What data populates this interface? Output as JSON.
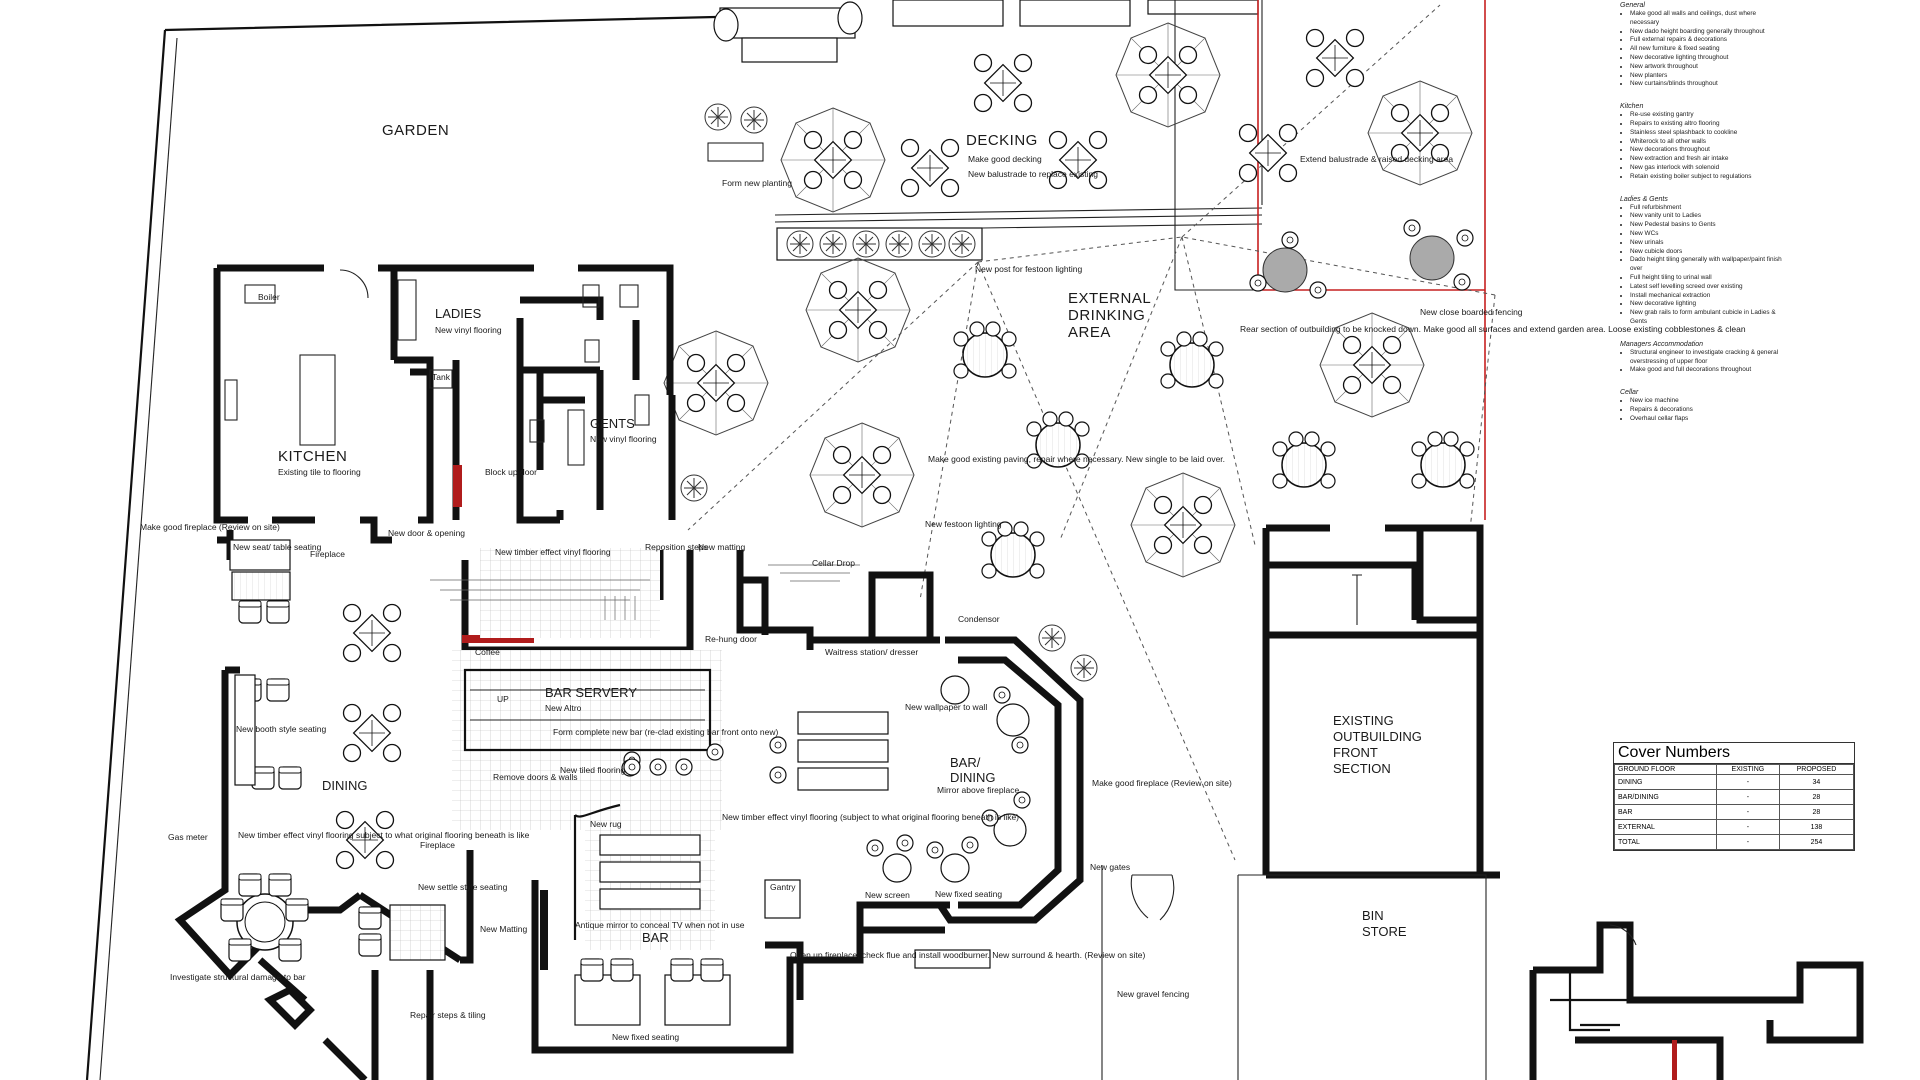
{
  "plan": {
    "rooms": {
      "garden": "GARDEN",
      "decking": "DECKING",
      "decking_note": "Make good decking",
      "decking_note2": "New balustrade to replace existing",
      "external_1": "EXTERNAL",
      "external_2": "DRINKING",
      "external_3": "AREA",
      "kitchen": "KITCHEN",
      "kitchen_note": "Existing tile to flooring",
      "ladies": "LADIES",
      "ladies_note": "New vinyl flooring",
      "gents": "GENTS",
      "gents_note": "New vinyl flooring",
      "bar_servery": "BAR SERVERY",
      "bar_servery_note": "New Altro",
      "dining": "DINING",
      "bar_dining_1": "BAR/",
      "bar_dining_2": "DINING",
      "bar": "BAR",
      "outbuilding_1": "EXISTING",
      "outbuilding_2": "OUTBUILDING",
      "outbuilding_3": "FRONT",
      "outbuilding_4": "SECTION",
      "bin_1": "BIN",
      "bin_2": "STORE"
    },
    "notes": {
      "form_planting": "Form new planting",
      "new_post": "New post for festoon lighting",
      "extend_balustrade": "Extend balustrade & raised decking area",
      "rear_section": "Rear section of outbuilding to be knocked down. Make good all surfaces and extend garden area. Loose existing cobblestones & clean",
      "close_boarded": "New close boarded fencing",
      "make_good_paving": "Make good existing paving, repair where necessary. New single to be laid over.",
      "new_festoon": "New festoon lighting",
      "cellar_drop": "Cellar Drop",
      "condensor": "Condensor",
      "block_door": "Block up door",
      "new_door_opening": "New door & opening",
      "new_timber_1": "New timber effect vinyl flooring",
      "reposition_steps": "Reposition steps",
      "new_matting": "New matting",
      "rehung_door": "Re-hung door",
      "fireplace": "Fireplace",
      "make_good_fireplace": "Make good fireplace (Review on site)",
      "new_seat": "New seat/ table seating",
      "coffee": "Coffee",
      "form_bar": "Form complete new bar (re-clad existing bar front onto new)",
      "remove_doors": "Remove doors & walls",
      "new_tiled": "New tiled flooring",
      "new_rug": "New rug",
      "new_timber_2": "New timber effect vinyl flooring (subject to what original flooring beneath is like)",
      "new_timber_3": "New timber effect vinyl flooring subject to what original flooring beneath is like",
      "new_booth": "New booth style seating",
      "new_settle": "New settle style seating",
      "new_matting_2": "New Matting",
      "investigate": "Investigate structural damage to bar",
      "repair_steps": "Repair steps & tiling",
      "new_fixed": "New fixed seating",
      "open_fireplace": "Open up fireplace, check flue and install woodburner. New surround & hearth. (Review on site)",
      "new_wallpaper": "New wallpaper to wall",
      "new_fixed_2": "New fixed seating",
      "new_screen": "New screen",
      "new_gravel": "New gravel fencing",
      "new_gates": "New gates",
      "make_good_fireplace_2": "Make good fireplace (Review on site)",
      "waitress": "Waitress station/ dresser",
      "mirror_fireplace": "Mirror above fireplace",
      "up": "UP",
      "boiler": "Boiler",
      "tank": "Tank",
      "gas_meter": "Gas meter",
      "mens_tv": "Antique mirror to conceal TV when not in use",
      "fireplace_2": "Fireplace",
      "gantry": "Gantry"
    }
  },
  "spec": {
    "sections": [
      {
        "heading": "General",
        "items": [
          "Make good all walls and ceilings, dust where necessary",
          "New dado height boarding generally throughout",
          "Full external repairs & decorations",
          "All new furniture & fixed seating",
          "New decorative lighting throughout",
          "New artwork throughout",
          "New planters",
          "New curtains/blinds throughout"
        ]
      },
      {
        "heading": "Kitchen",
        "items": [
          "Re-use existing gantry",
          "Repairs to existing altro flooring",
          "Stainless steel splashback to cookline",
          "Whiterock to all other walls",
          "New decorations throughout",
          "New extraction and fresh air intake",
          "New gas interlock with solenoid",
          "Retain existing boiler subject to regulations"
        ]
      },
      {
        "heading": "Ladies & Gents",
        "items": [
          "Full refurbishment",
          "New vanity unit to Ladies",
          "New Pedestal basins to Gents",
          "New WCs",
          "New urinals",
          "New cubicle doors",
          "Dado height tiling generally with wallpaper/paint finish over",
          "Full height tiling to urinal wall",
          "Latest self levelling screed over existing",
          "Install mechanical extraction",
          "New decorative lighting",
          "New grab rails to form ambulant cubicle in Ladies & Gents"
        ]
      },
      {
        "heading": "Managers Accommodation",
        "items": [
          "Structural engineer to investigate cracking & general overstressing of upper floor",
          "Make good and full decorations throughout"
        ]
      },
      {
        "heading": "Cellar",
        "items": [
          "New ice machine",
          "Repairs & decorations",
          "Overhaul cellar flaps"
        ]
      }
    ]
  },
  "cover_table": {
    "title": "Cover Numbers",
    "columns": [
      "GROUND FLOOR",
      "EXISTING",
      "PROPOSED"
    ],
    "rows": [
      [
        "DINING",
        "-",
        "34"
      ],
      [
        "BAR/DINING",
        "-",
        "28"
      ],
      [
        "BAR",
        "-",
        "28"
      ],
      [
        "EXTERNAL",
        "-",
        "138"
      ],
      [
        "TOTAL",
        "-",
        "254"
      ]
    ]
  },
  "colors": {
    "walls": "#111111",
    "accent_red": "#b01c1c",
    "paper": "#ffffff"
  }
}
